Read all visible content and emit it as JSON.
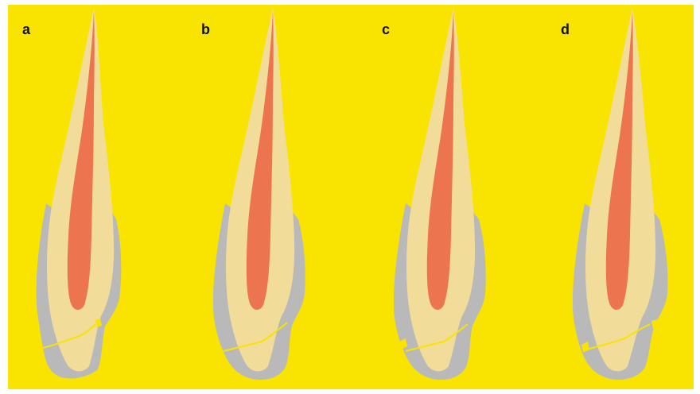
{
  "figure": {
    "background_color": "#f8e400",
    "panels": [
      {
        "letter": "a",
        "variant": "a"
      },
      {
        "letter": "b",
        "variant": "b"
      },
      {
        "letter": "c",
        "variant": "c"
      },
      {
        "letter": "d",
        "variant": "d"
      }
    ]
  },
  "colors": {
    "background": "#f8e400",
    "dentin": "#f2dc9a",
    "pulp": "#ec7550",
    "enamel": "#b9b9b9",
    "fracture_line": "#f8e400"
  }
}
